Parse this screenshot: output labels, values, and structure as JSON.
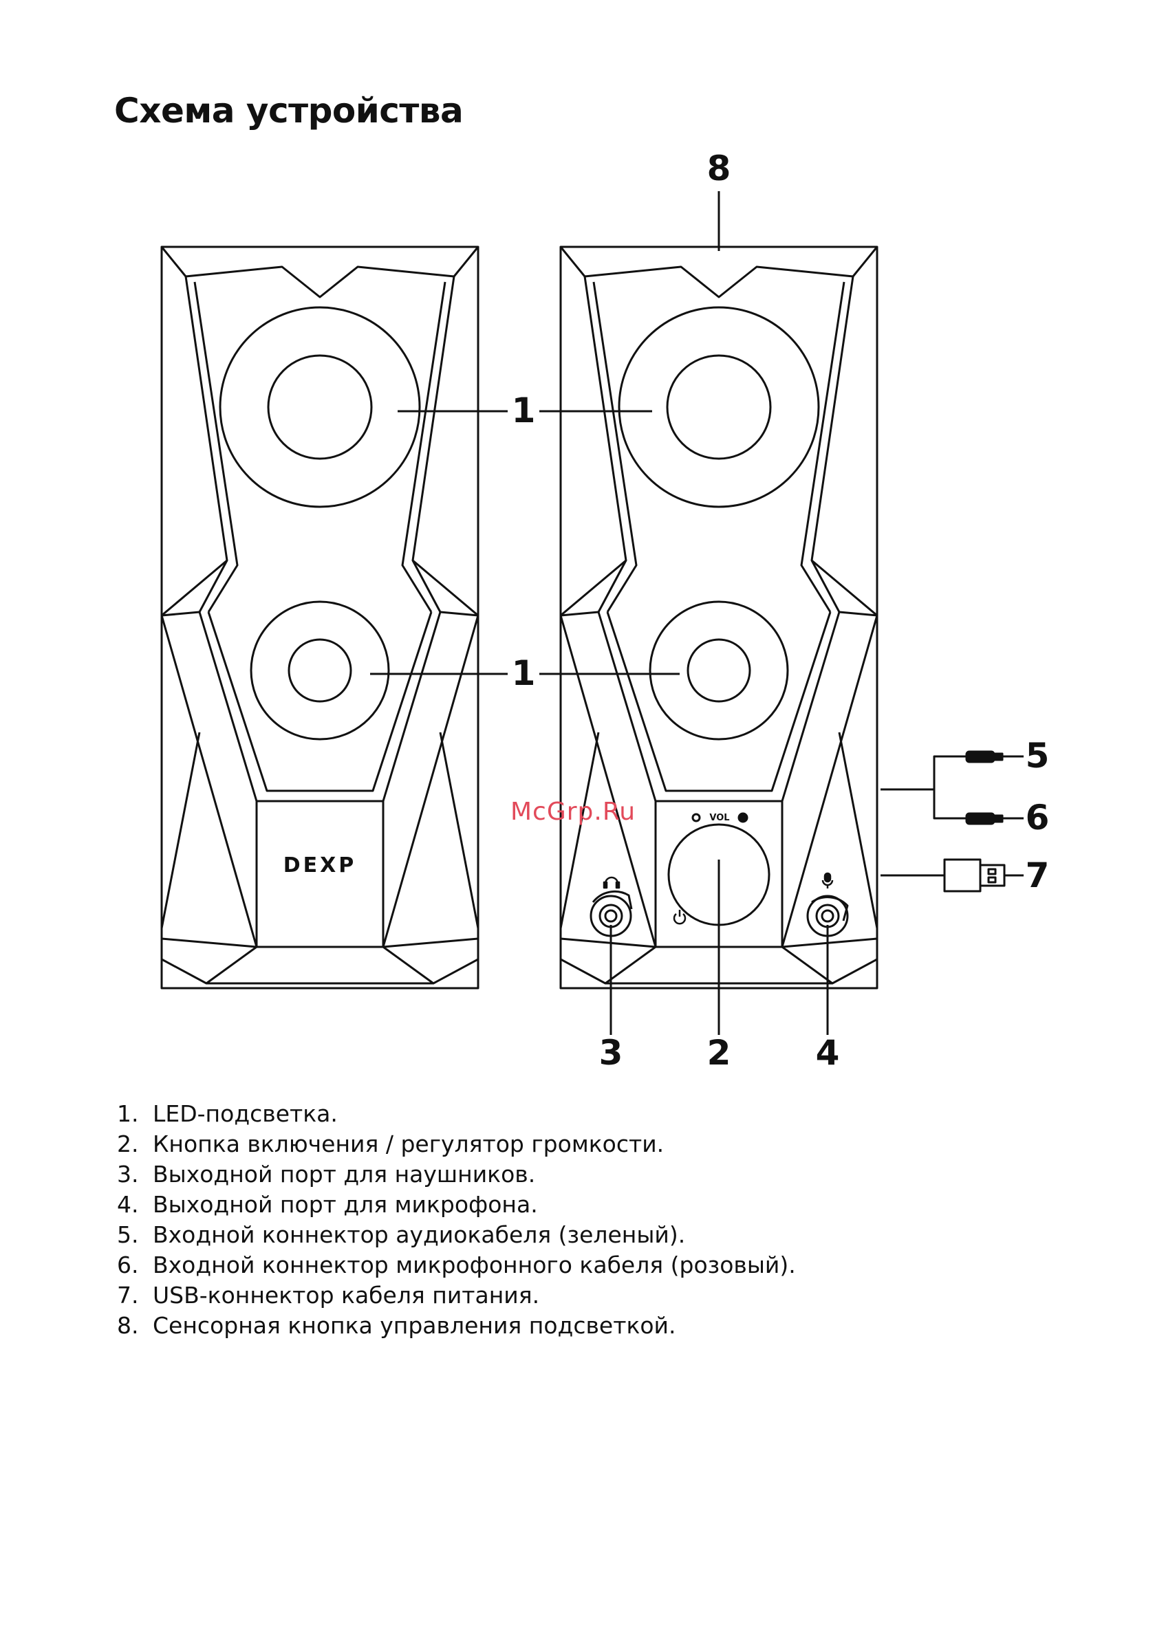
{
  "title": "Схема устройства",
  "watermark": "McGrp.Ru",
  "brand_logo": "DEXP",
  "knob_label": "VOL",
  "callouts": {
    "c1a": "1",
    "c1b": "1",
    "c2": "2",
    "c3": "3",
    "c4": "4",
    "c5": "5",
    "c6": "6",
    "c7": "7",
    "c8": "8"
  },
  "icons": {
    "headphones": "headphones-icon",
    "microphone": "microphone-icon",
    "power": "power-icon",
    "usb": "usb-plug-icon",
    "jack": "audio-jack-icon"
  },
  "legend": [
    {
      "num": "1.",
      "text": "LED-подсветка."
    },
    {
      "num": "2.",
      "text": "Кнопка включения / регулятор громкости."
    },
    {
      "num": "3.",
      "text": "Выходной порт для наушников."
    },
    {
      "num": "4.",
      "text": "Выходной порт для микрофона."
    },
    {
      "num": "5.",
      "text": "Входной коннектор аудиокабеля (зеленый)."
    },
    {
      "num": "6.",
      "text": "Входной коннектор микрофонного кабеля (розовый)."
    },
    {
      "num": "7.",
      "text": "USB-коннектор кабеля питания."
    },
    {
      "num": "8.",
      "text": "Сенсорная кнопка управления подсветкой."
    }
  ],
  "colors": {
    "ink": "#111111",
    "watermark": "#e24a5a",
    "background": "#ffffff"
  }
}
